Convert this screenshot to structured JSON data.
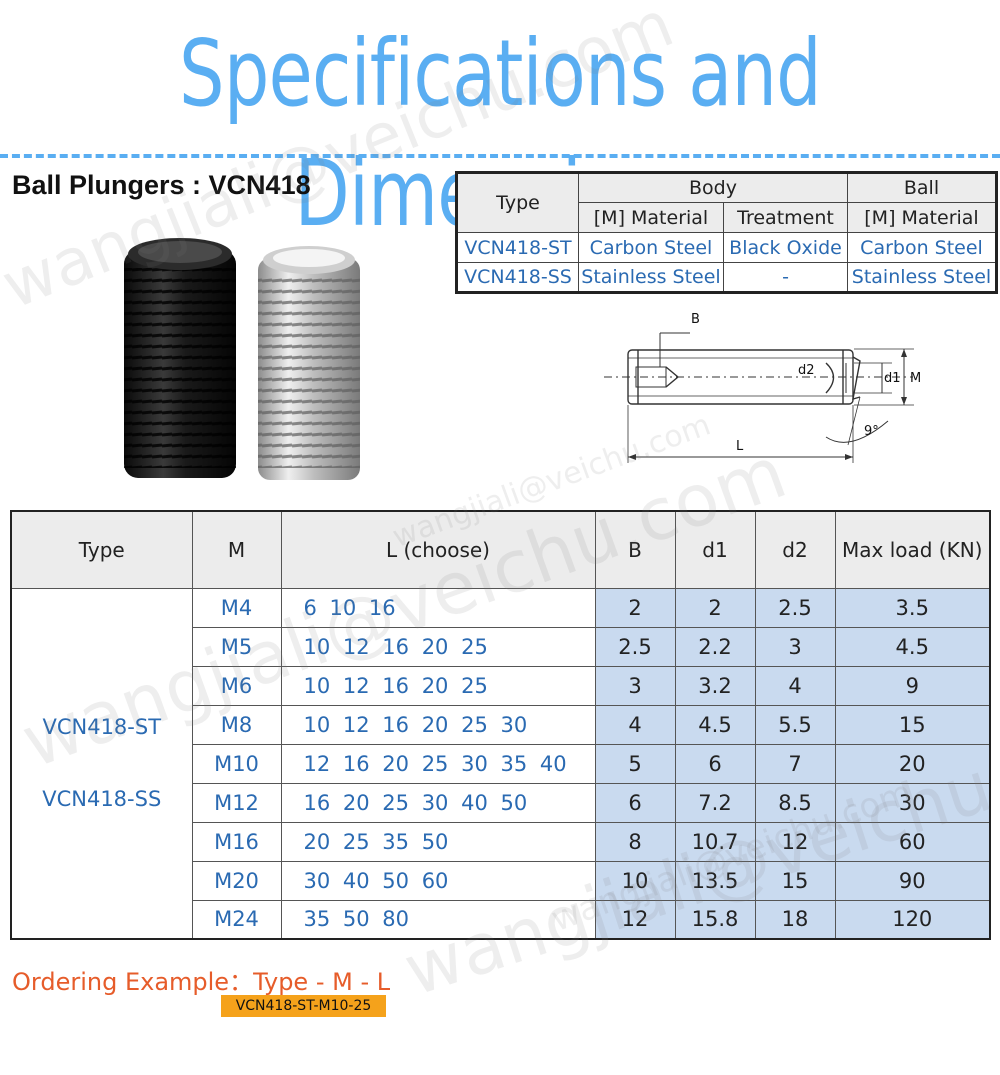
{
  "page_title": "Specifications and Dimensions",
  "product_title": "Ball Plungers : VCN418",
  "spec_table": {
    "type_header": "Type",
    "body_header": "Body",
    "ball_header": "Ball",
    "material_header": "[M] Material",
    "treatment_header": "Treatment",
    "ball_material_header": "[M] Material",
    "rows": [
      {
        "type": "VCN418-ST",
        "body_material": "Carbon Steel",
        "treatment": "Black Oxide",
        "ball_material": "Carbon Steel"
      },
      {
        "type": "VCN418-SS",
        "body_material": "Stainless Steel",
        "treatment": "-",
        "ball_material": "Stainless Steel"
      }
    ]
  },
  "drawing": {
    "label_b": "B",
    "label_d2": "d2",
    "label_d1": "d1",
    "label_m": "M",
    "label_l": "L",
    "angle": "9°"
  },
  "main_table": {
    "headers": {
      "type": "Type",
      "m": "M",
      "l": "L (choose)",
      "b": "B",
      "d1": "d1",
      "d2": "d2",
      "load": "Max load (KN)"
    },
    "type_values": [
      "VCN418-ST",
      "VCN418-SS"
    ],
    "rows": [
      {
        "m": "M4",
        "l": "6 10 16",
        "b": "2",
        "d1": "2",
        "d2": "2.5",
        "load": "3.5"
      },
      {
        "m": "M5",
        "l": "10 12 16 20 25",
        "b": "2.5",
        "d1": "2.2",
        "d2": "3",
        "load": "4.5"
      },
      {
        "m": "M6",
        "l": "10 12 16 20 25",
        "b": "3",
        "d1": "3.2",
        "d2": "4",
        "load": "9"
      },
      {
        "m": "M8",
        "l": "10 12 16 20 25 30",
        "b": "4",
        "d1": "4.5",
        "d2": "5.5",
        "load": "15"
      },
      {
        "m": "M10",
        "l": "12 16 20 25 30 35 40",
        "b": "5",
        "d1": "6",
        "d2": "7",
        "load": "20"
      },
      {
        "m": "M12",
        "l": "16 20 25 30 40 50",
        "b": "6",
        "d1": "7.2",
        "d2": "8.5",
        "load": "30"
      },
      {
        "m": "M16",
        "l": "20 25 35 50",
        "b": "8",
        "d1": "10.7",
        "d2": "12",
        "load": "60"
      },
      {
        "m": "M20",
        "l": "30 40 50 60",
        "b": "10",
        "d1": "13.5",
        "d2": "15",
        "load": "90"
      },
      {
        "m": "M24",
        "l": "35 50 80",
        "b": "12",
        "d1": "15.8",
        "d2": "18",
        "load": "120"
      }
    ]
  },
  "ordering": {
    "label": "Ordering Example：Type - M - L",
    "example": "VCN418-ST-M10-25"
  },
  "watermarks": [
    "wangjiali@veichu.com",
    "wangjiali@veichu.com",
    "wangjiali@veichu.com",
    "wangjiali@veichu.com",
    "wangjiali@veichu.com"
  ]
}
